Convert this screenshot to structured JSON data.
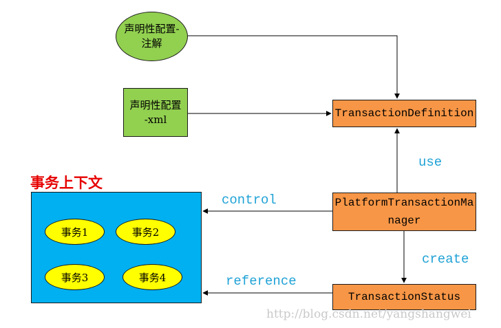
{
  "nodes": {
    "annotation_config": {
      "line1": "声明性配置-",
      "line2": "注解"
    },
    "xml_config": {
      "line1": "声明性配置",
      "line2": "-xml"
    },
    "transaction_definition": "TransactionDefinition",
    "platform_transaction_manager": "PlatformTransactionManager",
    "transaction_status": "TransactionStatus"
  },
  "context": {
    "title": "事务上下文",
    "transactions": [
      "事务1",
      "事务2",
      "事务3",
      "事务4"
    ]
  },
  "edge_labels": {
    "use": "use",
    "control": "control",
    "create": "create",
    "reference": "reference"
  },
  "watermark": "http://blog.csdn.net/yangshangwei",
  "colors": {
    "config_green": "#92d050",
    "core_orange": "#f79646",
    "context_blue": "#00b0f0",
    "transaction_yellow": "#ffff00",
    "title_red": "#e60000",
    "label_blue": "#1fa2d6"
  }
}
